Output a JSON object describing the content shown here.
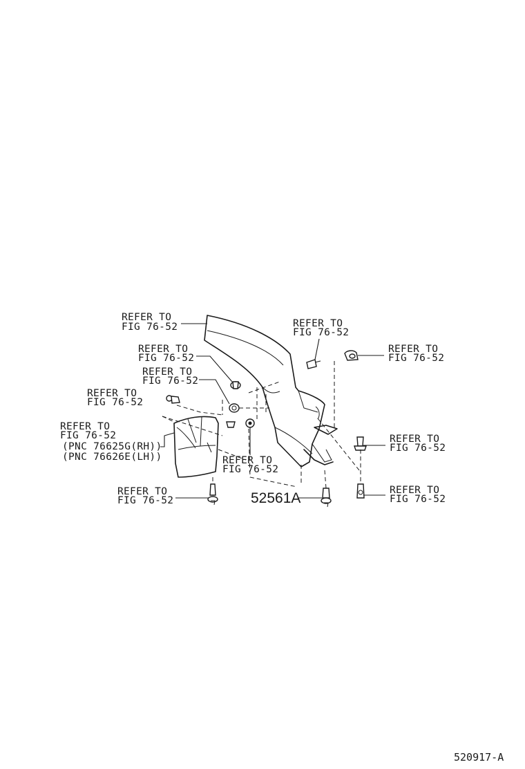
{
  "diagram": {
    "ref_line1": "REFER TO",
    "ref_line2": "FIG 76-52",
    "mudguard_pnc_rh": "(PNC 76625G(RH))",
    "mudguard_pnc_lh": "(PNC 76626E(LH))",
    "part_number": "52561A",
    "figure_code": "520917-A"
  }
}
